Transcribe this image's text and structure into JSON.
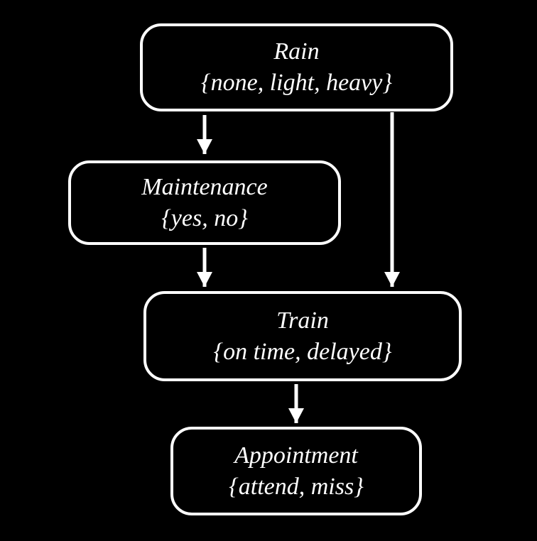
{
  "diagram": {
    "type": "bayesian-network",
    "background_color": "#000000",
    "node_border_color": "#ffffff",
    "text_color": "#ffffff",
    "edge_color": "#ffffff",
    "nodes": [
      {
        "id": "rain",
        "label": "Rain",
        "values": "{none, light, heavy}"
      },
      {
        "id": "maintenance",
        "label": "Maintenance",
        "values": "{yes, no}"
      },
      {
        "id": "train",
        "label": "Train",
        "values": "{on time, delayed}"
      },
      {
        "id": "appointment",
        "label": "Appointment",
        "values": "{attend, miss}"
      }
    ],
    "edges": [
      {
        "from": "rain",
        "to": "maintenance"
      },
      {
        "from": "rain",
        "to": "train"
      },
      {
        "from": "maintenance",
        "to": "train"
      },
      {
        "from": "train",
        "to": "appointment"
      }
    ]
  }
}
